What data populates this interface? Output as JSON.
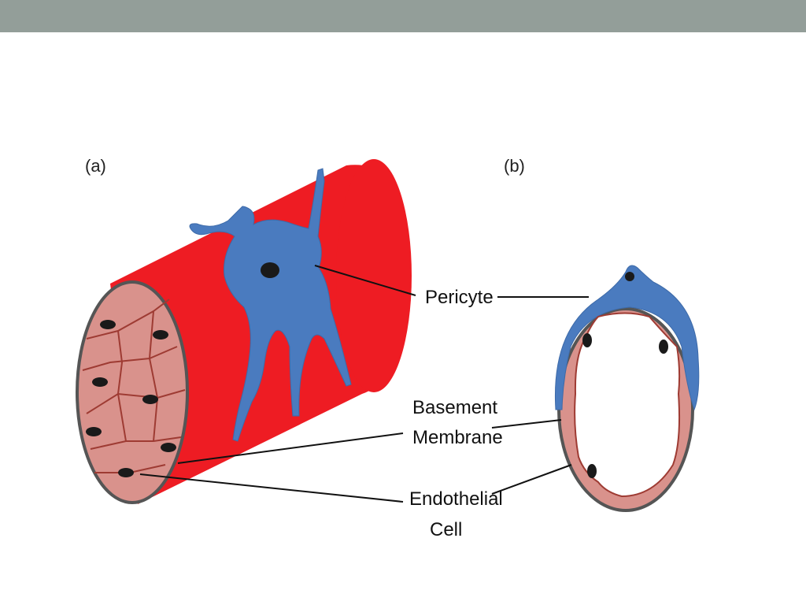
{
  "slide": {
    "header_bar_color": "#939e99"
  },
  "figure": {
    "panels": [
      {
        "id": "a",
        "label": "(a)"
      },
      {
        "id": "b",
        "label": "(b)"
      }
    ],
    "labels": {
      "pericyte": "Pericyte",
      "basement_line1": "Basement",
      "basement_line2": "Membrane",
      "endothelial_line1": "Endothelial",
      "endothelial_line2": "Cell"
    },
    "colors": {
      "vessel": "#ee1c23",
      "pericyte": "#4a7bbf",
      "endothelium": "#d9928c",
      "membrane": "#555555",
      "nucleus": "#1a1a1a"
    }
  }
}
